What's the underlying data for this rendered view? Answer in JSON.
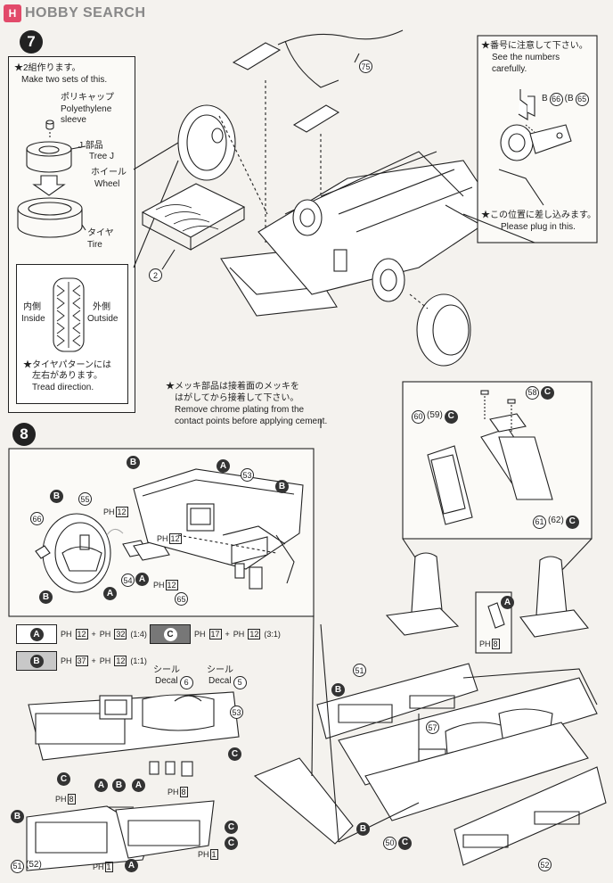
{
  "site": {
    "logo_mark": "H",
    "logo_text": "HOBBY SEARCH"
  },
  "step7": {
    "number": "7",
    "make_two_jp": "★2組作ります。",
    "make_two_en": "Make two sets of this.",
    "polycap_jp": "ポリキャップ",
    "polycap_en1": "Polyethylene",
    "polycap_en2": "sleeve",
    "treej_jp": "J 部品",
    "treej_en": "Tree J",
    "wheel_jp": "ホイール",
    "wheel_en": "Wheel",
    "tire_jp": "タイヤ",
    "tire_en": "Tire",
    "inside_jp": "内側",
    "inside_en": "Inside",
    "outside_jp": "外側",
    "outside_en": "Outside",
    "tread_jp1": "★タイヤパターンには",
    "tread_jp2": "左右があります。",
    "tread_en": "Tread direction.",
    "part_75": "75",
    "part_2": "2",
    "note_numbers_jp": "★番号に注意して下さい。",
    "note_numbers_en1": "See the numbers",
    "note_numbers_en2": "carefully.",
    "part_66_label": "B",
    "part_66": "66",
    "part_65_label": "(B",
    "part_65": "65",
    "plug_jp": "★この位置に差し込みます。",
    "plug_en": "Please plug in this.",
    "chrome_jp1": "★メッキ部品は接着面のメッキを",
    "chrome_jp2": "はがしてから接着して下さい。",
    "chrome_en1": "Remove chrome plating from the",
    "chrome_en2": "contact points before applying cement."
  },
  "step8": {
    "number": "8",
    "dash_labels": {
      "b1": "B",
      "a1": "A",
      "n53": "53",
      "b2": "B",
      "b3": "B",
      "n55": "55",
      "n66": "66",
      "ph12a": "PH",
      "ph12a_num": "12",
      "n54": "54",
      "a2": "A",
      "ph12b": "PH",
      "ph12b_num": "12",
      "n65": "65",
      "ph12c": "PH",
      "ph12c_num": "12",
      "b4": "B",
      "a3": "A"
    },
    "legend": [
      {
        "key": "A",
        "formula_a": "PH",
        "na": "12",
        "plus": "+",
        "formula_b": "PH",
        "nb": "32",
        "ratio": "(1:4)"
      },
      {
        "key": "C",
        "formula_a": "PH",
        "na": "17",
        "plus": "+",
        "formula_b": "PH",
        "nb": "12",
        "ratio": "(3:1)"
      },
      {
        "key": "B",
        "formula_a": "PH",
        "na": "37",
        "plus": "+",
        "formula_b": "PH",
        "nb": "12",
        "ratio": "(1:1)"
      }
    ],
    "seal6_jp": "シール",
    "seal6_en": "Decal",
    "seal6_num": "6",
    "seal5_jp": "シール",
    "seal5_en": "Decal",
    "seal5_num": "5",
    "bottom_labels": {
      "n53": "53",
      "c1": "C",
      "c2": "C",
      "a1": "A",
      "b1": "B",
      "a2": "A",
      "ph8a": "PH",
      "ph8a_num": "8",
      "ph8b": "PH",
      "ph8b_num": "8",
      "b2": "B",
      "c3": "C",
      "c4": "C",
      "n51": "51",
      "n52": "(52)",
      "ph1a": "PH",
      "ph1a_num": "1",
      "a3": "A",
      "ph1b": "PH",
      "ph1b_num": "1"
    },
    "seats": {
      "n58": "58",
      "c58": "C",
      "n60": "60",
      "n59": "(59)",
      "c60": "C",
      "n61": "61",
      "n62": "(62)",
      "c61": "C",
      "a_shift": "A",
      "ph8": "PH",
      "ph8_num": "8"
    },
    "body": {
      "n51": "51",
      "b1": "B",
      "n57": "57",
      "b2": "B",
      "n50": "50",
      "c50": "C",
      "n52": "52"
    }
  }
}
